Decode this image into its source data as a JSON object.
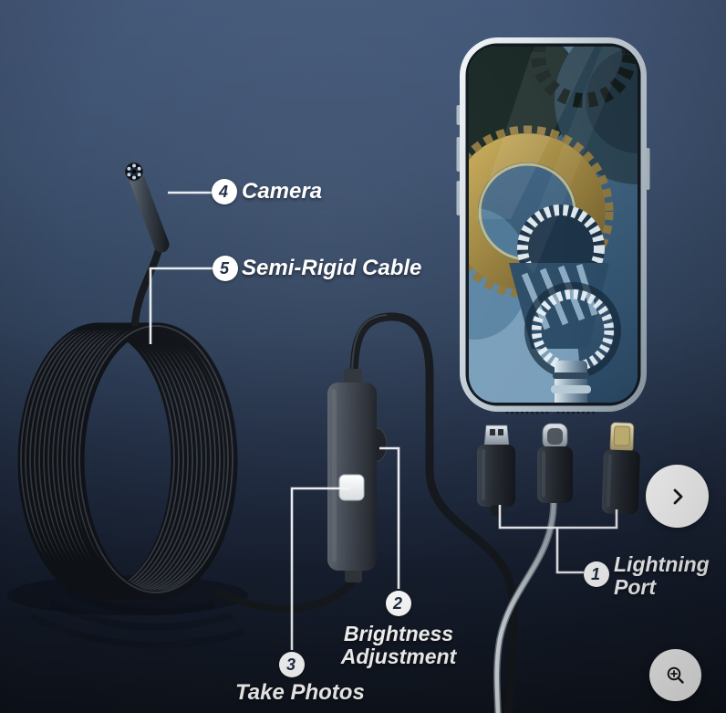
{
  "callouts": {
    "camera": {
      "number": "4",
      "label": "Camera"
    },
    "semi_rigid_cable": {
      "number": "5",
      "label": "Semi-Rigid Cable"
    },
    "lightning_port": {
      "number": "1",
      "label": "Lightning Port"
    },
    "brightness_adjustment": {
      "number": "2",
      "label": "Brightness Adjustment"
    },
    "take_photos": {
      "number": "3",
      "label": "Take Photos"
    }
  },
  "gallery_controls": {
    "next_icon": "chevron-right",
    "zoom_icon": "magnifier-plus"
  },
  "colors": {
    "background_top": "#45597a",
    "background_bottom": "#0f141d",
    "callout_circle": "#ffffff",
    "callout_number": "#1d2b44",
    "callout_text": "#ffffff",
    "cable_black": "#15181c",
    "button_white": "#ffffff",
    "button_icon": "#1a1a1a"
  }
}
